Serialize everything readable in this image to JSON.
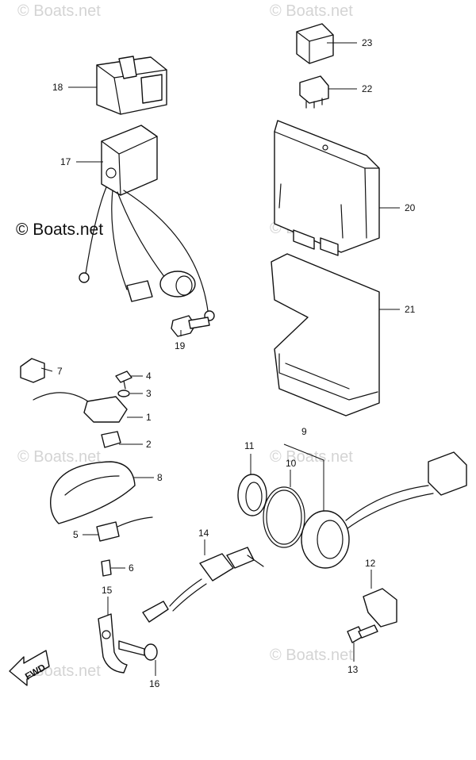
{
  "copyright": "© Boats.net",
  "watermark": "© Boats.net",
  "fwd_label": "FWD",
  "callouts": [
    "1",
    "2",
    "3",
    "4",
    "5",
    "6",
    "7",
    "8",
    "9",
    "10",
    "11",
    "12",
    "13",
    "14",
    "15",
    "16",
    "17",
    "18",
    "19",
    "20",
    "21",
    "22",
    "23"
  ]
}
